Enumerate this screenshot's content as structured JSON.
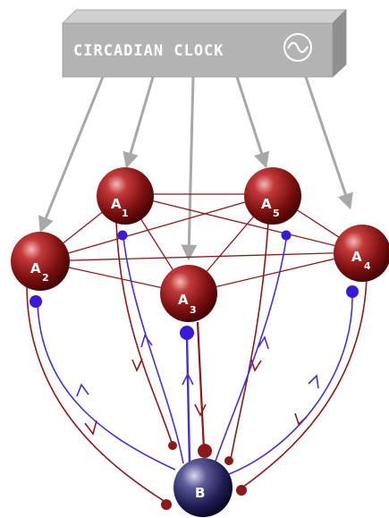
{
  "clock": {
    "label": "CIRCADIAN CLOCK",
    "symbol": "~"
  },
  "nodes": {
    "A1": {
      "main": "A",
      "sub": "1"
    },
    "A2": {
      "main": "A",
      "sub": "2"
    },
    "A3": {
      "main": "A",
      "sub": "3"
    },
    "A4": {
      "main": "A",
      "sub": "4"
    },
    "A5": {
      "main": "A",
      "sub": "5"
    },
    "B": {
      "main": "B"
    }
  },
  "colors": {
    "clock_box": "#b3b3b3",
    "arrows": "#a8a8a8",
    "a_nodes": "#8b1616",
    "b_node": "#1c1c52",
    "red_edges": "#8b1a1a",
    "blue_edges": "#4a2fd0",
    "blue_dots": "#3a1ad6"
  }
}
